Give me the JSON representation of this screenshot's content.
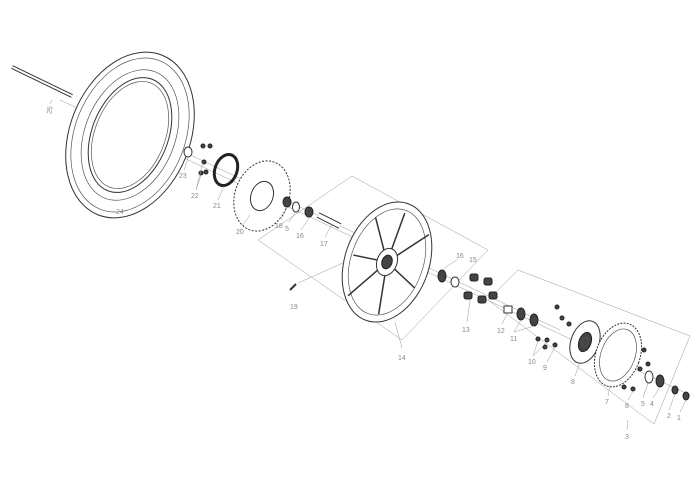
{
  "labels": {
    "l25": "25",
    "l24": "24",
    "l23": "23",
    "l22": "22",
    "l21": "21",
    "l20": "20",
    "l18": "18",
    "l5a": "5",
    "l16a": "16",
    "l17": "17",
    "l19": "19",
    "l14": "14",
    "l16b": "16",
    "l15": "15",
    "l13": "13",
    "l12": "12",
    "l11": "11",
    "l10": "10",
    "l9": "9",
    "l8": "8",
    "l7": "7",
    "l6": "6",
    "l5b": "5",
    "l4": "4",
    "l2": "2",
    "l1": "1",
    "l3": "3"
  }
}
